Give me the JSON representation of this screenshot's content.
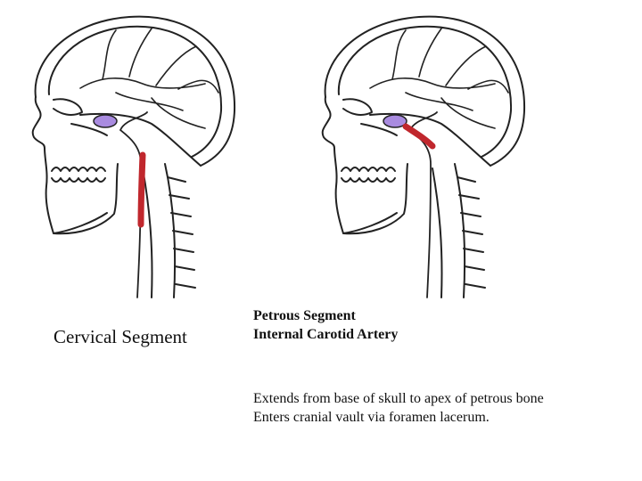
{
  "left_panel": {
    "caption": "Cervical Segment"
  },
  "right_panel": {
    "title_lines": [
      "Petrous Segment",
      "Internal Carotid Artery"
    ],
    "description_lines": [
      "Extends from base of skull to apex of petrous bone",
      "Enters cranial vault via foramen lacerum."
    ]
  },
  "colors": {
    "artery_highlight": "#c0272d",
    "sinus": "#a98be0",
    "line": "#222222"
  }
}
